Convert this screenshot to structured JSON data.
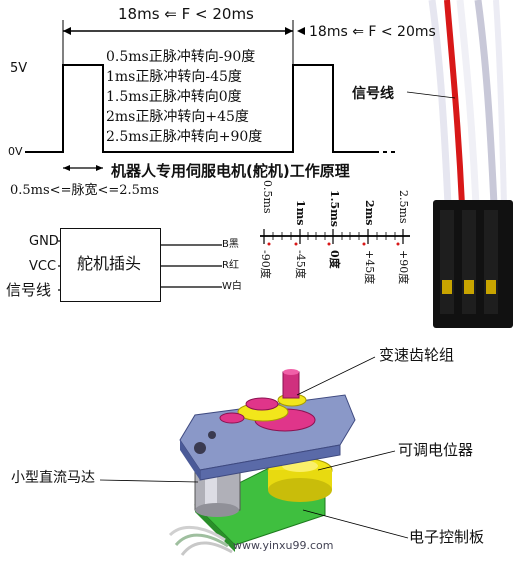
{
  "timing": {
    "period_label_1": "18ms ⇐ F < 20ms",
    "period_label_2": "18ms ⇐ F < 20ms",
    "high_level": "5V",
    "low_level": "0V",
    "pulse_width": "0.5ms<=脉宽<=2.5ms",
    "pulse_notes": [
      "0.5ms正脉冲转向-90度",
      "1ms正脉冲转向-45度",
      "1.5ms正脉冲转向0度",
      "2ms正脉冲转向+45度",
      "2.5ms正脉冲转向+90度"
    ],
    "title": "机器人专用伺服电机(舵机)工作原理"
  },
  "connector": {
    "pins": [
      "GND",
      "VCC",
      "信号线"
    ],
    "box_label": "舵机插头",
    "wires": [
      "B黑",
      "R红",
      "W白"
    ]
  },
  "scale": {
    "top_labels": [
      "0.5ms",
      "1ms",
      "1.5ms",
      "2ms",
      "2.5ms"
    ],
    "bottom_labels": [
      "-90度",
      "-45度",
      "0度",
      "+45度",
      "+90度"
    ]
  },
  "cable": {
    "label": "信号线"
  },
  "servo": {
    "labels": {
      "gear": "变速齿轮组",
      "pot": "可调电位器",
      "motor": "小型直流马达",
      "board": "电子控制板"
    },
    "watermark": "www.yinxu99.com"
  },
  "colors": {
    "pink_gear": "#e0358a",
    "yellow_gear": "#f2e61b",
    "blue_case": "#6a7fd0",
    "green_board": "#3fbf3f",
    "red_wire": "#d81818",
    "pin_gold": "#c8a400"
  }
}
